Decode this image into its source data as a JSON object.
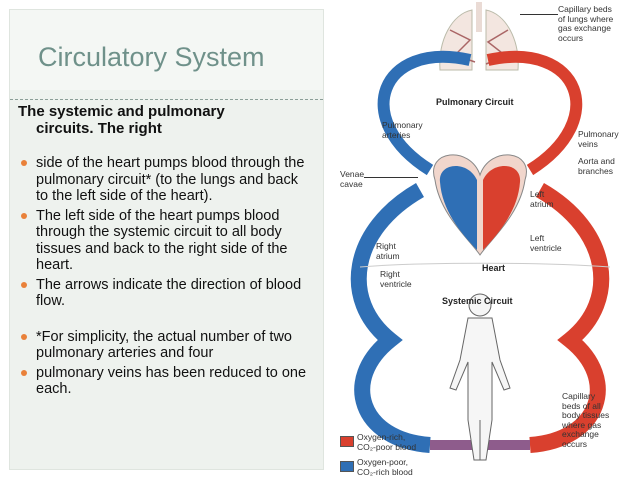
{
  "slide": {
    "title": "Circulatory System",
    "lead_line1": "The systemic and pulmonary",
    "lead_line2": "circuits. The right",
    "bullets": [
      {
        "text": "side of the heart pumps blood through the pulmonary circuit* (to the lungs and back to the left side of the heart)."
      },
      {
        "text": "The left side of the heart pumps blood through the systemic circuit to all body tissues and back to the right side of the heart."
      },
      {
        "text": "The arrows indicate the direction of blood flow."
      },
      {
        "text": "*For simplicity, the actual number of two pulmonary arteries and four"
      },
      {
        "text": "pulmonary veins has been reduced to one each."
      }
    ],
    "bullet_color": "#e9813a",
    "title_color": "#6f918a"
  },
  "diagram": {
    "labels": {
      "capillary_lungs": "Capillary beds\nof lungs where\ngas exchange\noccurs",
      "pulmonary_circuit": "Pulmonary Circuit",
      "pulmonary_arteries": "Pulmonary\narteries",
      "pulmonary_veins": "Pulmonary\nveins",
      "aorta": "Aorta and\nbranches",
      "venae_cavae": "Venae\ncavae",
      "left_atrium": "Left\natrium",
      "left_ventricle": "Left\nventricle",
      "right_atrium": "Right\natrium",
      "right_ventricle": "Right\nventricle",
      "heart": "Heart",
      "systemic_circuit": "Systemic Circuit",
      "capillary_body": "Capillary\nbeds of all\nbody tissues\nwhere gas\nexchange\noccurs"
    },
    "legend": [
      {
        "label": "Oxygen-rich,\nCO₂-poor blood",
        "color": "#d9402e"
      },
      {
        "label": "Oxygen-poor,\nCO₂-rich blood",
        "color": "#2f6fb5"
      }
    ],
    "colors": {
      "oxygen_rich": "#d9402e",
      "oxygen_poor": "#2f6fb5"
    }
  }
}
